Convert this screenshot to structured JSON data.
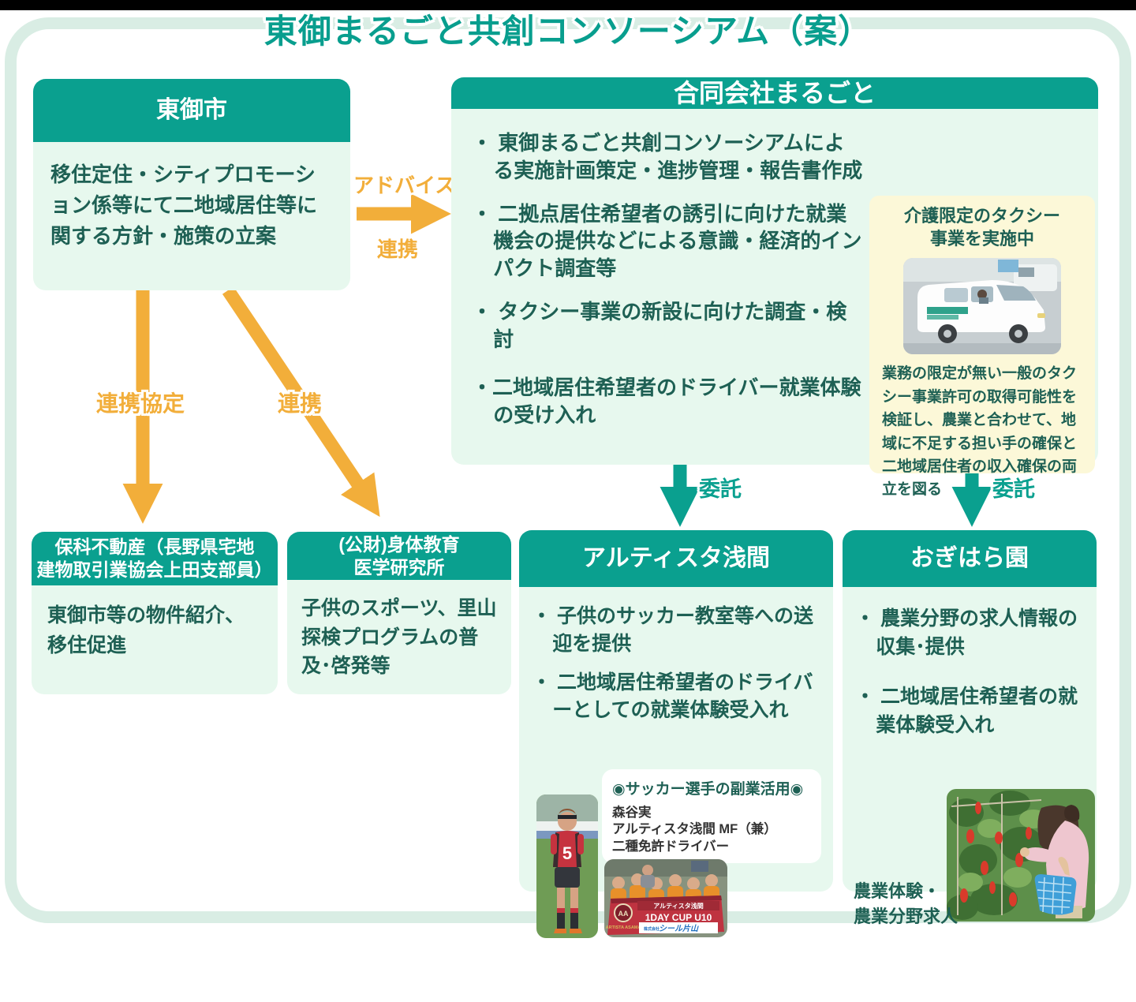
{
  "title": "東御まるごと共創コンソーシアム（案）",
  "colors": {
    "teal": "#0aa08f",
    "title_teal": "#089e8e",
    "box_body_green": "#e7f8ee",
    "text_dark_teal": "#1e6054",
    "arrow_orange": "#f2ae3a",
    "panel_yellow": "#fcf8d8",
    "frame_green": "#d9ede4"
  },
  "nodes": {
    "tomi_city": {
      "title": "東御市",
      "body": "移住定住・シティプロモーション係等にて二地域居住等に関する方針・施策の立案"
    },
    "marugoto": {
      "title": "合同会社まるごと",
      "bullets": [
        "・ 東御まるごと共創コンソーシアムによる実施計画策定・進捗管理・報告書作成",
        "・ 二拠点居住希望者の誘引に向けた就業機会の提供などによる意識・経済的インパクト調査等",
        "・ タクシー事業の新設に向けた調査・検討",
        "・二地域居住希望者のドライバー就業体験の受け入れ"
      ],
      "taxi_panel": {
        "title_lines": [
          "介護限定のタクシー",
          "事業を実施中"
        ],
        "photo_icon": "care-taxi-van-photo",
        "body": "業務の限定が無い一般のタクシー事業許可の取得可能性を検証し、農業と合わせて、地域に不足する担い手の確保と二地域居住者の収入確保の両立を図る"
      }
    },
    "hoshina": {
      "title_lines": [
        "保科不動産（長野県宅地",
        "建物取引業協会上田支部員）"
      ],
      "body": "東御市等の物件紹介、移住促進"
    },
    "pedm": {
      "title_lines": [
        "(公財)身体教育",
        "医学研究所"
      ],
      "body": "子供のスポーツ、里山探検プログラムの普及･啓発等"
    },
    "artista": {
      "title": "アルティスタ浅間",
      "bullets": [
        "・ 子供のサッカー教室等への送迎を提供",
        "・ 二地域居住希望者のドライバーとしての就業体験受入れ"
      ],
      "sidejob_panel": {
        "title": "◉サッカー選手の副業活用◉",
        "lines": [
          "森谷実",
          "アルティスタ浅間 MF（兼）",
          "二種免許ドライバー"
        ]
      },
      "player_photo_icon": "soccer-player-number5-photo",
      "team_photo": {
        "icon": "artista-asama-u10-team-photo",
        "banner_top": "アルティスタ浅間",
        "banner_main": "1DAY CUP  U10",
        "logo_text": "ARTISTA ASAMA",
        "sponsor_small": "株式会社",
        "sponsor": "シール片山"
      }
    },
    "ogihara": {
      "title": "おぎはら園",
      "bullets": [
        "・ 農業分野の求人情報の収集･提供",
        "・ 二地域居住希望者の就業体験受入れ"
      ],
      "caption_lines": [
        "農業体験・",
        "農業分野求人"
      ],
      "photo_icon": "pepper-harvest-farm-photo"
    }
  },
  "arrows": {
    "advice": "アドバイス",
    "advice_sub": "連携",
    "partnership_agreement": "連携協定",
    "partnership": "連携",
    "consignment_left": "委託",
    "consignment_right": "委託"
  }
}
